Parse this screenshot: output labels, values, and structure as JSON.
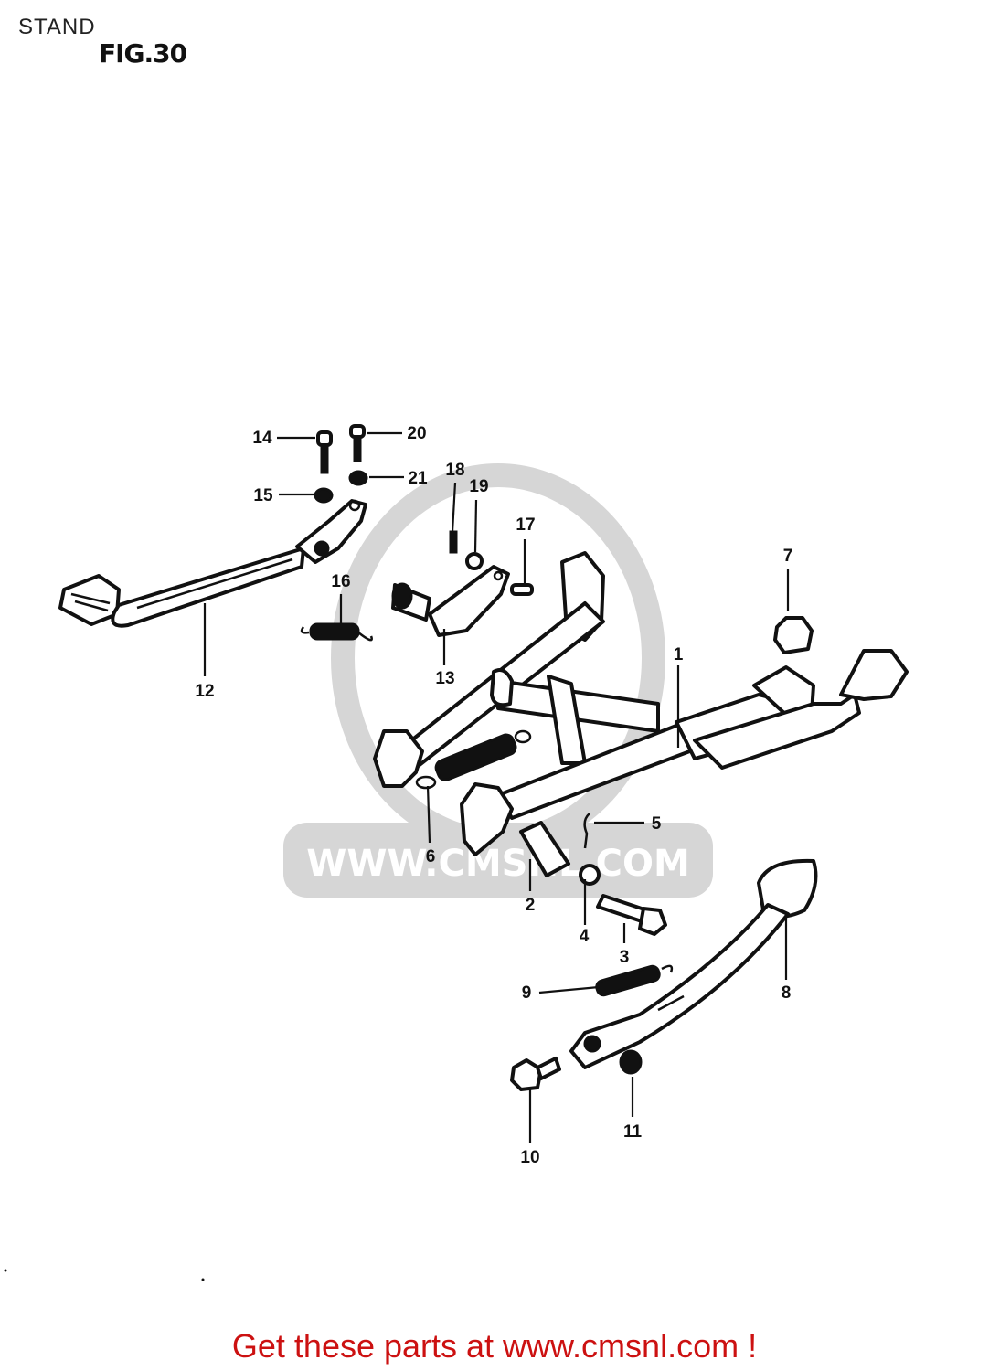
{
  "header": {
    "title": "STAND",
    "figure": "FIG.30"
  },
  "watermark": {
    "text": "WWW.CMSNL.COM",
    "color": "#d6d6d6"
  },
  "callouts": [
    {
      "n": "1"
    },
    {
      "n": "2"
    },
    {
      "n": "3"
    },
    {
      "n": "4"
    },
    {
      "n": "5"
    },
    {
      "n": "6"
    },
    {
      "n": "7"
    },
    {
      "n": "8"
    },
    {
      "n": "9"
    },
    {
      "n": "10"
    },
    {
      "n": "11"
    },
    {
      "n": "12"
    },
    {
      "n": "13"
    },
    {
      "n": "14"
    },
    {
      "n": "15"
    },
    {
      "n": "16"
    },
    {
      "n": "17"
    },
    {
      "n": "18"
    },
    {
      "n": "19"
    },
    {
      "n": "20"
    },
    {
      "n": "21"
    }
  ],
  "footer": {
    "text": "Get these parts at www.cmsnl.com !",
    "color": "#cc1111"
  }
}
